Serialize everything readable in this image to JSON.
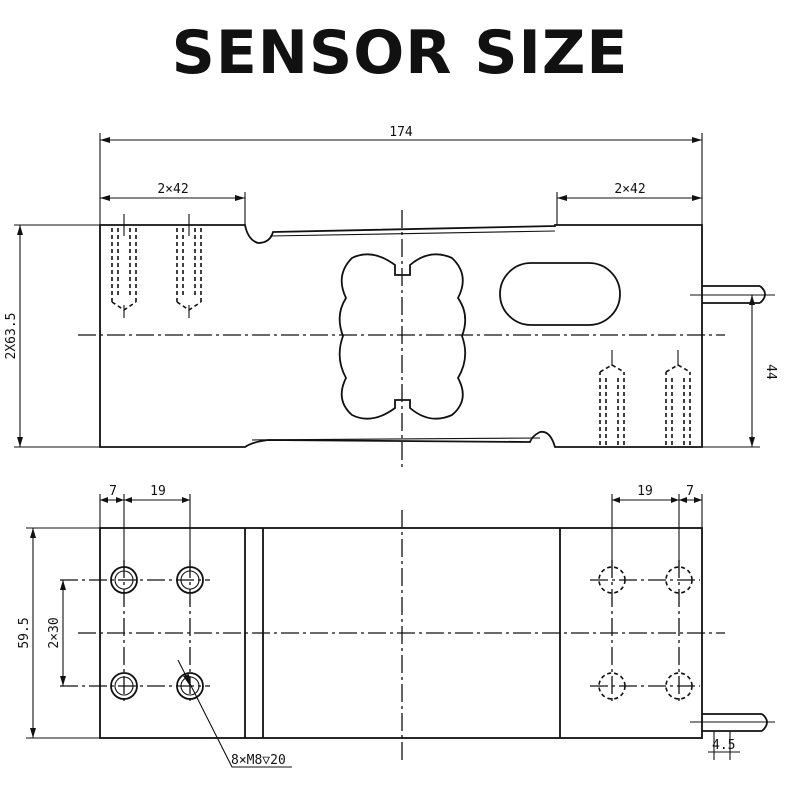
{
  "title": "SENSOR SIZE",
  "dimensions": {
    "overall_length": "174",
    "hole_spacing_left": "2×42",
    "hole_spacing_right": "2×42",
    "height": "2X63.5",
    "cable_height": "44",
    "edge_offset_left": "7",
    "hole_pitch_left": "19",
    "hole_pitch_right": "19",
    "edge_offset_right": "7",
    "width": "59.5",
    "row_spacing": "2×30",
    "thread_callout": "8×M8▽20",
    "cable_offset": "4.5"
  }
}
